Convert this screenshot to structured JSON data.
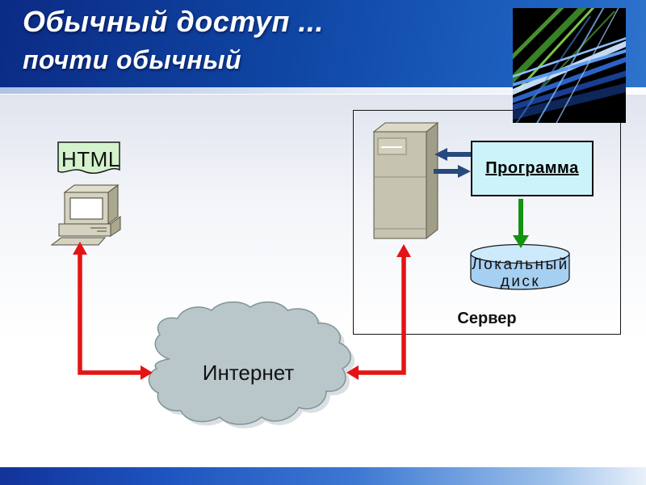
{
  "header": {
    "title_line1": "Обычный доступ ...",
    "title_line2": "почти обычный"
  },
  "diagram": {
    "html_note_label": "HTML",
    "internet_cloud_label": "Интернет",
    "program_box_label": "Программа",
    "disk_label_line1": "Локальный",
    "disk_label_line2": "диск",
    "server_group_label": "Сервер"
  },
  "colors": {
    "header_blue_dark": "#0b2b85",
    "header_blue_light": "#2f74cc",
    "arrow_red": "#e41414",
    "arrow_navy": "#274a7c",
    "arrow_green": "#139310",
    "note_green": "#d4f3cd",
    "program_cyan": "#ccf3f9",
    "disk_blue": "#a6d0f2",
    "disk_top_blue": "#cdeafc",
    "cloud_gray": "#b9c7ca",
    "tower_beige": "#c6c3b0"
  }
}
